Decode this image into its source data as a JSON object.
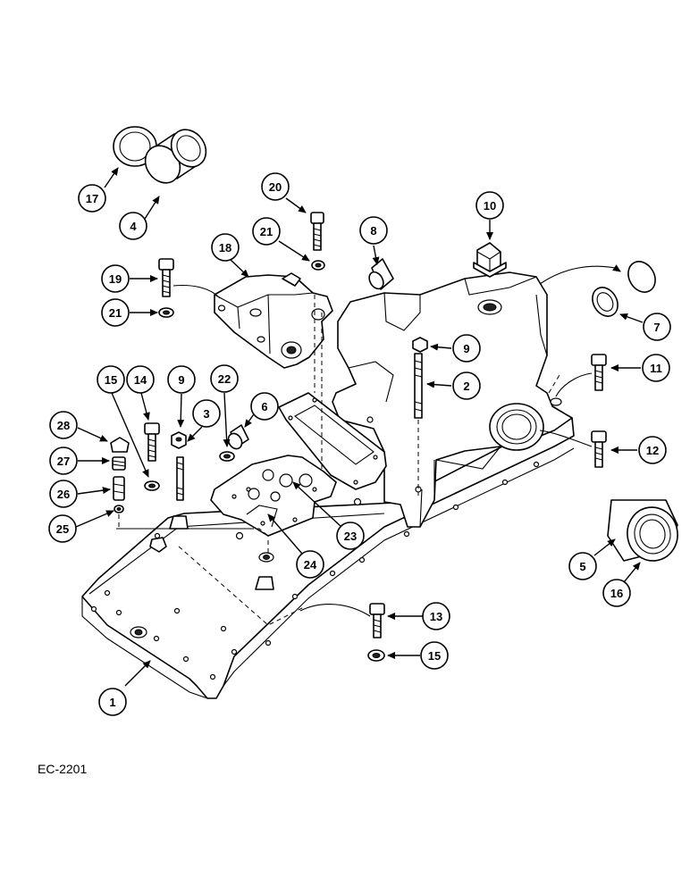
{
  "diagram": {
    "code": "EC-2201",
    "callouts": [
      "1",
      "2",
      "3",
      "4",
      "5",
      "6",
      "7",
      "8",
      "9",
      "9",
      "10",
      "11",
      "12",
      "13",
      "14",
      "15",
      "15",
      "16",
      "17",
      "18",
      "19",
      "20",
      "21",
      "21",
      "22",
      "23",
      "24",
      "25",
      "26",
      "27",
      "28"
    ]
  }
}
